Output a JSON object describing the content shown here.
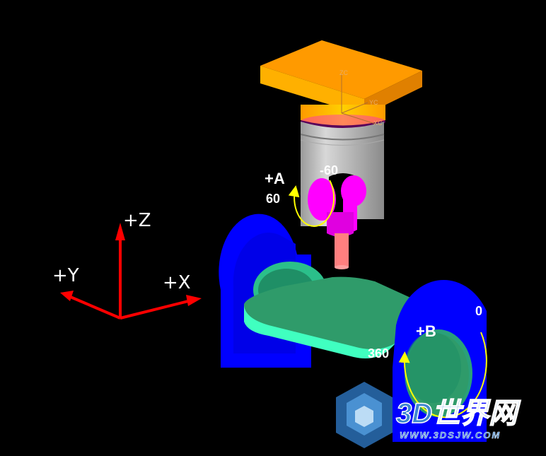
{
  "axes": {
    "z_label": "+Z",
    "y_label": "+Y",
    "x_label": "+X"
  },
  "machine": {
    "a_axis_label": "+A",
    "a_value_positive": "60",
    "a_value_negative": "-60",
    "b_axis_label": "+B",
    "b_value_zero": "0",
    "b_value_max": "360",
    "tool_axis_zc": "ZC",
    "tool_axis_yc": "YC",
    "tool_axis_xc": "XC"
  },
  "watermark": {
    "brand": "3D世界网",
    "url": "WWW.3DSJW.COM"
  },
  "colors": {
    "background": "#000000",
    "spindle_plate": "#ff9a00",
    "spindle_body": "#c8c8c8",
    "a_axis_head": "#ff00ff",
    "tool": "#ff7f7f",
    "trunnion": "#0000ff",
    "table_top": "#2f9b6a",
    "table_edge": "#40ffc0",
    "rotation_arrow": "#ffff00",
    "world_axes": "#ff0000",
    "watermark": "#2a6fb5"
  }
}
